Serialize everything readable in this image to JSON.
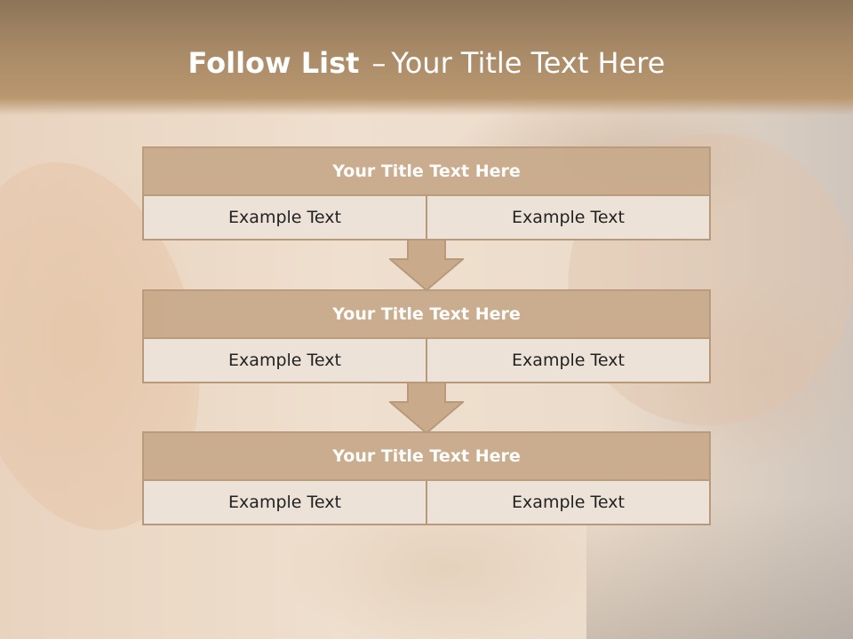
{
  "slide": {
    "title_bold": "Follow List",
    "title_dash": "–",
    "title_rest": "Your Title Text Here"
  },
  "blocks": [
    {
      "title": "Your Title Text Here",
      "left": "Example Text",
      "right": "Example Text"
    },
    {
      "title": "Your Title Text Here",
      "left": "Example Text",
      "right": "Example Text"
    },
    {
      "title": "Your Title Text Here",
      "left": "Example Text",
      "right": "Example Text"
    }
  ],
  "colors": {
    "header": "#a98a68",
    "block_title_fill": "#c9ab8c",
    "cell_fill": "#ece2d7",
    "border": "#b79a7b",
    "arrow_fill": "#c9ab8c"
  }
}
